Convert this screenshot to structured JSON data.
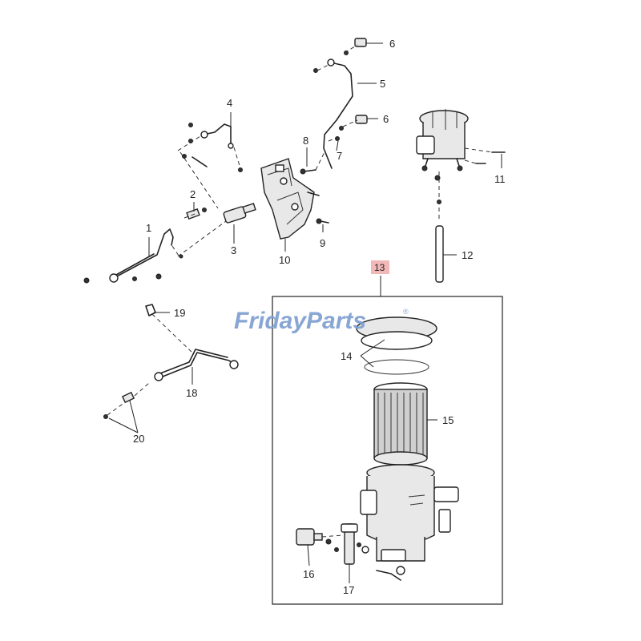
{
  "watermark": {
    "text": "FridayParts",
    "trademark": "®",
    "color_main": "#7e9fd1",
    "color_accent": "#f2a529"
  },
  "highlight_color": "#f2b8b8",
  "callouts": [
    {
      "id": "c1",
      "label": "1"
    },
    {
      "id": "c2",
      "label": "2"
    },
    {
      "id": "c3",
      "label": "3"
    },
    {
      "id": "c4",
      "label": "4"
    },
    {
      "id": "c5",
      "label": "5"
    },
    {
      "id": "c6a",
      "label": "6"
    },
    {
      "id": "c6b",
      "label": "6"
    },
    {
      "id": "c7",
      "label": "7"
    },
    {
      "id": "c8",
      "label": "8"
    },
    {
      "id": "c9",
      "label": "9"
    },
    {
      "id": "c10",
      "label": "10"
    },
    {
      "id": "c11",
      "label": "11"
    },
    {
      "id": "c12",
      "label": "12"
    },
    {
      "id": "c13",
      "label": "13"
    },
    {
      "id": "c14",
      "label": "14"
    },
    {
      "id": "c15",
      "label": "15"
    },
    {
      "id": "c16",
      "label": "16"
    },
    {
      "id": "c17",
      "label": "17"
    },
    {
      "id": "c18",
      "label": "18"
    },
    {
      "id": "c19",
      "label": "19"
    },
    {
      "id": "c20",
      "label": "20"
    }
  ]
}
